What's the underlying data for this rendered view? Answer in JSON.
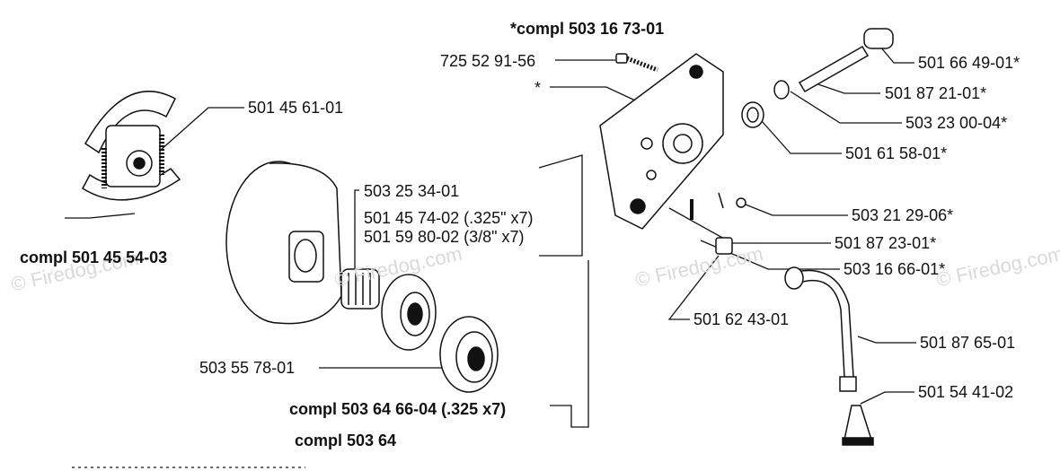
{
  "watermark": "© Firedog.com",
  "labels": {
    "top_compl": "*compl 503 16 73-01",
    "p725": "725 52 91-56",
    "star": "*",
    "p50145611": "501 45 61-01",
    "compl_50145454": "compl 501 45 54-03",
    "p50325341": "503 25 34-01",
    "p50145742": "501 45 74-02 (.325\" x7)",
    "p50159802": "501 59 80-02 (3/8\" x7)",
    "p50355781": "503 55 78-01",
    "compl_50364664": "compl 503 64 66-04 (.325 x7)",
    "compl_50364_partial": "compl 503 64",
    "p50166491": "501 66 49-01*",
    "p50187211": "501 87 21-01*",
    "p50323004": "503 23 00-04*",
    "p50161581": "501 61 58-01*",
    "p50321296": "503 21 29-06*",
    "p50187231": "501 87 23-01*",
    "p50316661": "503 16 66-01*",
    "p50162431": "501 62 43-01",
    "p50187651": "501 87 65-01",
    "p50154412": "501 54 41-02"
  },
  "colors": {
    "line": "#111111",
    "watermark": "#d9d9d9"
  }
}
